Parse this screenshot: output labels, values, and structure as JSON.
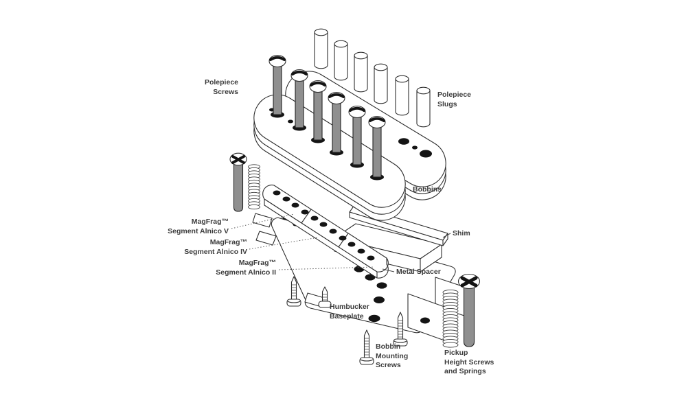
{
  "labels": {
    "polepiece_screws": {
      "line1": "Polepiece",
      "line2": "Screws"
    },
    "polepiece_slugs": {
      "line1": "Polepiece",
      "line2": "Slugs"
    },
    "bobbins": {
      "line1": "Bobbins"
    },
    "magfrag_v": {
      "line1": "MagFrag™",
      "line2": "Segment Alnico V"
    },
    "magfrag_iv": {
      "line1": "MagFrag™",
      "line2": "Segment Alnico IV"
    },
    "magfrag_ii": {
      "line1": "MagFrag™",
      "line2": "Segment Alnico II"
    },
    "shim": {
      "line1": "Shim"
    },
    "metal_spacer": {
      "line1": "Metal Spacer"
    },
    "humbucker_baseplate": {
      "line1": "Humbucker",
      "line2": "Baseplate"
    },
    "bobbin_mounting_screws": {
      "line1": "Bobbin",
      "line2": "Mounting",
      "line3": "Screws"
    },
    "pickup_height_screws": {
      "line1": "Pickup",
      "line2": "Height Screws",
      "line3": "and Springs"
    }
  },
  "colors": {
    "background": "#ffffff",
    "outline": "#2e2e2e",
    "screw_shaft_gray": "#8f8f8f",
    "hole_black": "#141414",
    "text": "#3c3c3c"
  }
}
